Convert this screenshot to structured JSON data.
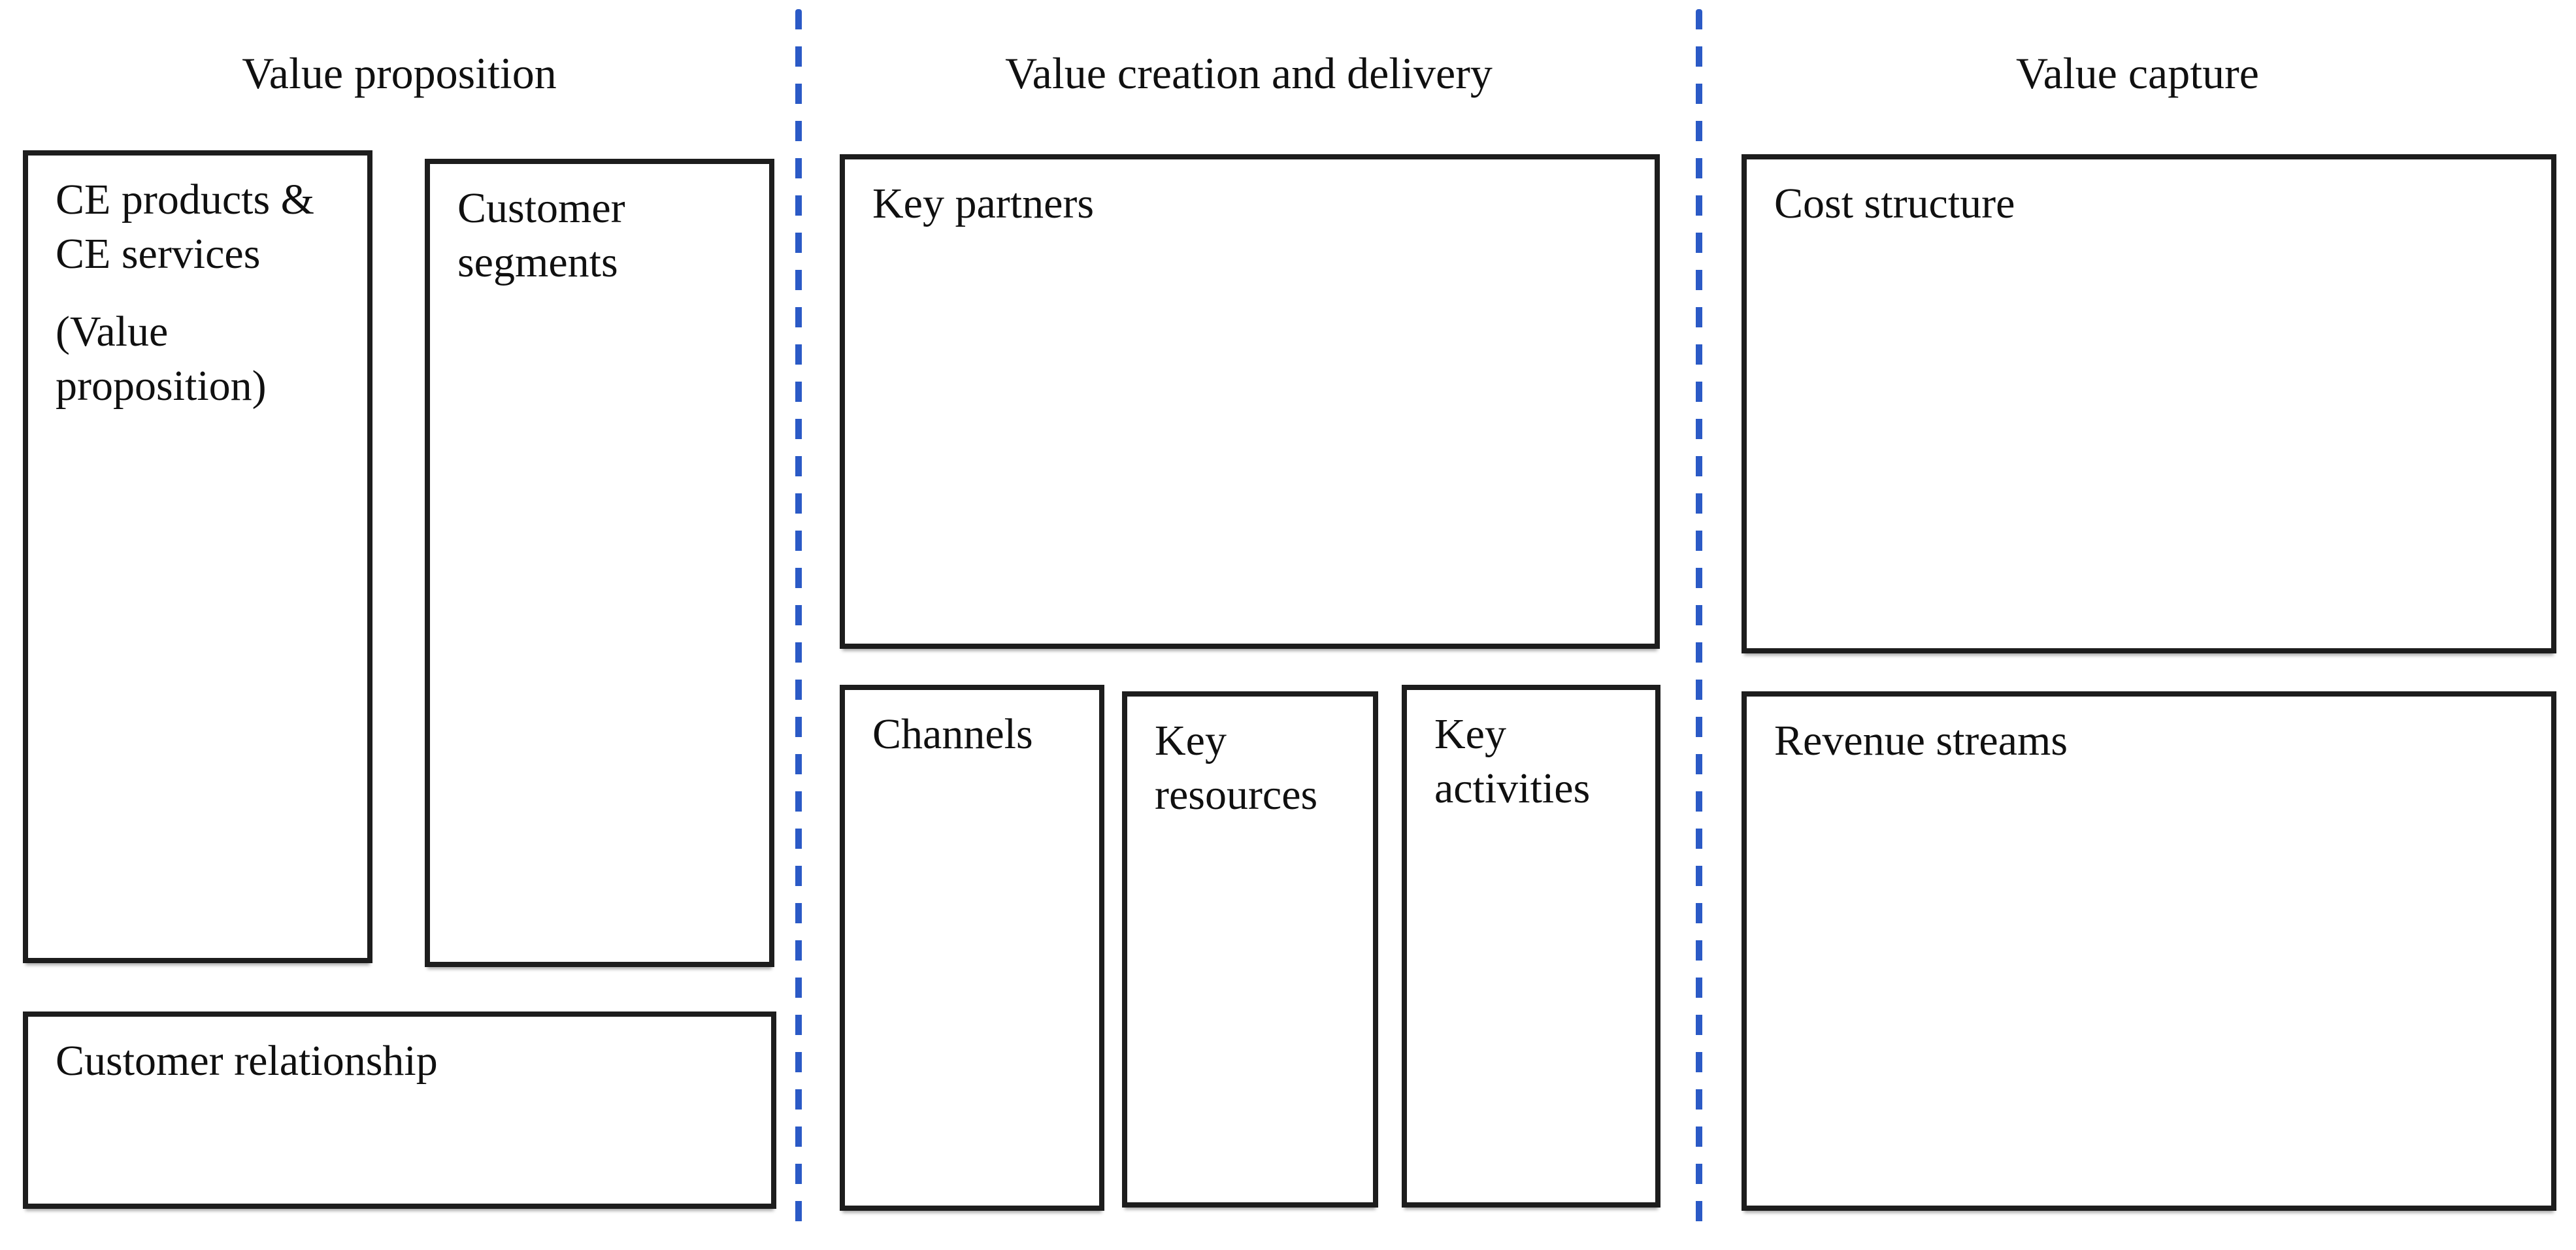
{
  "diagram": {
    "type": "business-model-canvas",
    "titles": {
      "left": "Value proposition",
      "middle": "Value creation and delivery",
      "right": "Value capture"
    },
    "boxes": {
      "ce_products": {
        "label": "CE products &\nCE services",
        "sublabel": "(Value\nproposition)"
      },
      "customer_segments": {
        "label": "Customer\nsegments"
      },
      "customer_relationship": {
        "label": "Customer relationship"
      },
      "key_partners": {
        "label": "Key partners"
      },
      "channels": {
        "label": "Channels"
      },
      "key_resources": {
        "label": "Key\nresources"
      },
      "key_activities": {
        "label": "Key\nactivities"
      },
      "cost_structure": {
        "label": "Cost structure"
      },
      "revenue_streams": {
        "label": "Revenue streams"
      }
    },
    "colors": {
      "divider": "#2b5ac6",
      "box_border": "#1d1d1d",
      "text": "#101010",
      "background": "#ffffff"
    }
  }
}
